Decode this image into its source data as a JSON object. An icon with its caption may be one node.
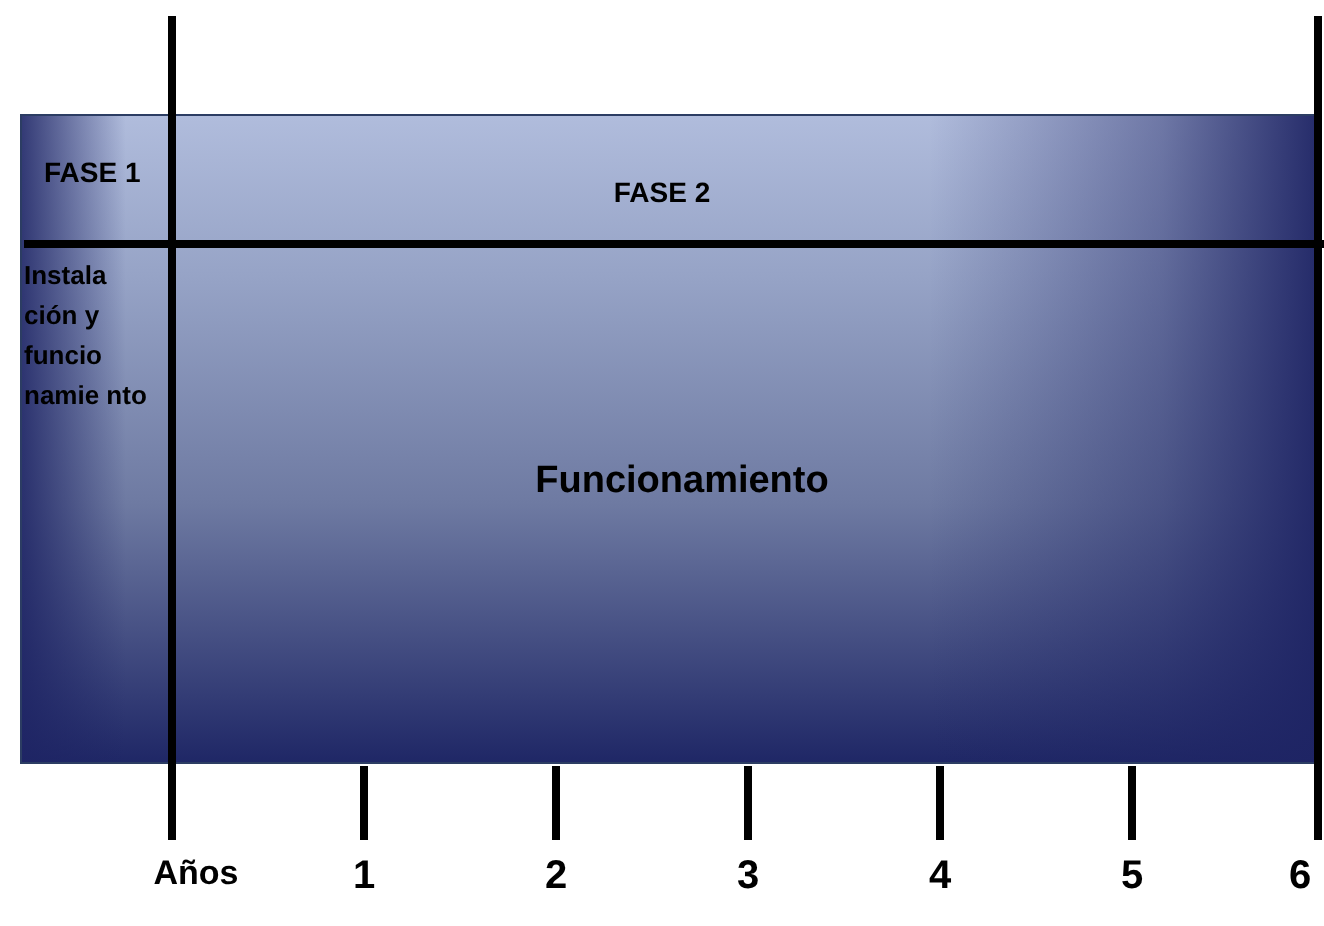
{
  "diagram": {
    "nodes": [
      {
        "text": [
          "FASE 1",
          "FASE 2",
          "Instala ción y funcio namie nto",
          "Funcionamiento"
        ]
      }
    ],
    "labels": [
      "Años",
      "1",
      "2",
      "3",
      "4",
      "5",
      "6"
    ]
  }
}
